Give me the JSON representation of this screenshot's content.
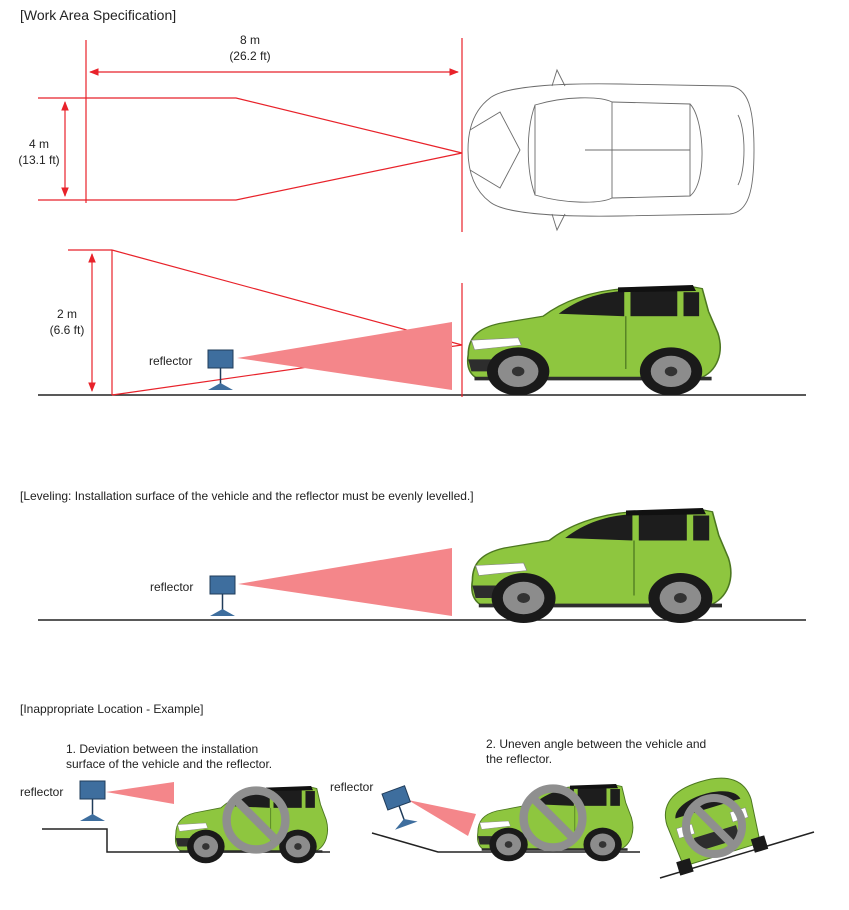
{
  "section_titles": {
    "work_area": "[Work Area Specification]",
    "leveling": "[Leveling: Installation surface of the vehicle and the reflector must be evenly levelled.]",
    "inappropriate": "[Inappropriate Location - Example]"
  },
  "dimensions": {
    "length_m": "8 m",
    "length_ft": "(26.2 ft)",
    "width_m": "4 m",
    "width_ft": "(13.1 ft)",
    "height_m": "2 m",
    "height_ft": "(6.6 ft)"
  },
  "labels": {
    "reflector": "reflector"
  },
  "examples": {
    "ex1_line1": "1. Deviation between the installation",
    "ex1_line2": "surface of the vehicle and the reflector.",
    "ex2_line1": "2. Uneven angle between the vehicle and",
    "ex2_line2": "the reflector."
  },
  "colors": {
    "dimension_red": "#e8222a",
    "beam_pink": "#f4868a",
    "reflector_blue": "#3e6e9e",
    "car_green": "#8ec63f",
    "prohibit_gray": "#8f8f8f"
  }
}
